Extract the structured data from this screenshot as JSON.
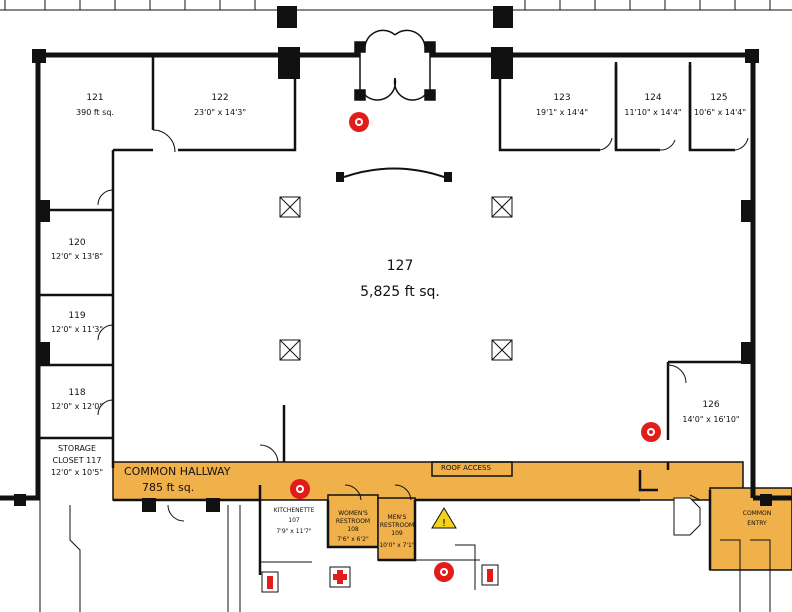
{
  "rooms": {
    "r121": {
      "num": "121",
      "area": "390 ft sq."
    },
    "r122": {
      "num": "122",
      "dims": "23'0\" x 14'3\""
    },
    "r123": {
      "num": "123",
      "dims": "19'1\" x 14'4\""
    },
    "r124": {
      "num": "124",
      "dims": "11'10\" x 14'4\""
    },
    "r125": {
      "num": "125",
      "dims": "10'6\" x 14'4\""
    },
    "r120": {
      "num": "120",
      "dims": "12'0\" x 13'8\""
    },
    "r119": {
      "num": "119",
      "dims": "12'0\" x 11'3\""
    },
    "r118": {
      "num": "118",
      "dims": "12'0\" x 12'0\""
    },
    "r117": {
      "line1": "STORAGE",
      "line2": "CLOSET 117",
      "dims": "12'0\" x 10'5\""
    },
    "r127": {
      "num": "127",
      "area": "5,825 ft sq."
    },
    "r126": {
      "num": "126",
      "dims": "14'0\" x 16'10\""
    },
    "hall": {
      "name": "COMMON HALLWAY",
      "area": "785 ft sq."
    },
    "kitchen": {
      "line1": "KITCHENETTE",
      "line2": "107",
      "dims": "7'9\" x 11'7\""
    },
    "womens": {
      "line1": "WOMEN'S",
      "line2": "RESTROOM",
      "line3": "108",
      "dims": "7'6\" x 6'2\""
    },
    "mens": {
      "line1": "MEN'S",
      "line2": "RESTROOM",
      "line3": "109",
      "dims": "10'0\" x 7'1\""
    },
    "entry": {
      "line1": "COMMON",
      "line2": "ENTRY"
    }
  },
  "roof_access": "ROOF ACCESS",
  "colors": {
    "hallway": "#f0b04a",
    "wall": "#111111",
    "alarm": "#e21b1b",
    "hazard": "#f2d21b"
  }
}
